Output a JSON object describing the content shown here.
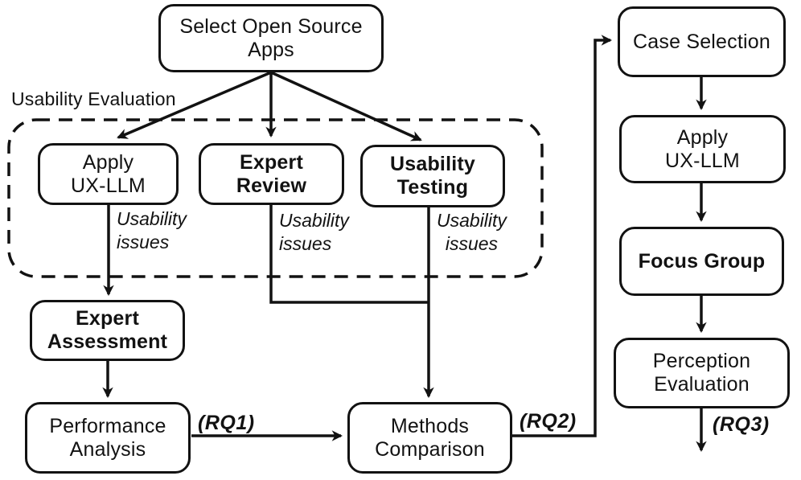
{
  "canvas": {
    "background_color": "#ffffff",
    "ink_color": "#121212"
  },
  "group": {
    "label": "Usability Evaluation"
  },
  "nodes": {
    "select_open_source_apps": {
      "label": "Select Open Source\nApps",
      "bold": false
    },
    "apply_ux_llm": {
      "label": "Apply\nUX-LLM",
      "bold": false
    },
    "expert_review": {
      "label": "Expert\nReview",
      "bold": true
    },
    "usability_testing": {
      "label": "Usability\nTesting",
      "bold": true
    },
    "expert_assessment": {
      "label": "Expert\nAssessment",
      "bold": true
    },
    "performance_analysis": {
      "label": "Performance\nAnalysis",
      "bold": false
    },
    "methods_comparison": {
      "label": "Methods\nComparison",
      "bold": false
    },
    "case_selection": {
      "label": "Case Selection",
      "bold": false
    },
    "apply_ux_llm_case": {
      "label": "Apply\nUX-LLM",
      "bold": false
    },
    "focus_group": {
      "label": "Focus Group",
      "bold": true
    },
    "perception_evaluation": {
      "label": "Perception\nEvaluation",
      "bold": false
    }
  },
  "edge_labels": {
    "usability_issues_1": "Usability\nissues",
    "usability_issues_2": "Usability\nissues",
    "usability_issues_3": "Usability\nissues",
    "rq1": "(RQ1)",
    "rq2": "(RQ2)",
    "rq3": "(RQ3)"
  },
  "edges": [
    {
      "from": "select_open_source_apps",
      "to": "apply_ux_llm"
    },
    {
      "from": "select_open_source_apps",
      "to": "expert_review"
    },
    {
      "from": "select_open_source_apps",
      "to": "usability_testing"
    },
    {
      "from": "apply_ux_llm",
      "to": "expert_assessment",
      "label": "Usability issues"
    },
    {
      "from": "expert_review",
      "to": "methods_comparison",
      "label": "Usability issues"
    },
    {
      "from": "usability_testing",
      "to": "methods_comparison",
      "label": "Usability issues"
    },
    {
      "from": "expert_assessment",
      "to": "performance_analysis"
    },
    {
      "from": "performance_analysis",
      "to": "methods_comparison",
      "label": "(RQ1)"
    },
    {
      "from": "methods_comparison",
      "to": "case_selection",
      "label": "(RQ2)"
    },
    {
      "from": "case_selection",
      "to": "apply_ux_llm_case"
    },
    {
      "from": "apply_ux_llm_case",
      "to": "focus_group"
    },
    {
      "from": "focus_group",
      "to": "perception_evaluation"
    },
    {
      "from": "perception_evaluation",
      "to": "out",
      "label": "(RQ3)"
    }
  ]
}
